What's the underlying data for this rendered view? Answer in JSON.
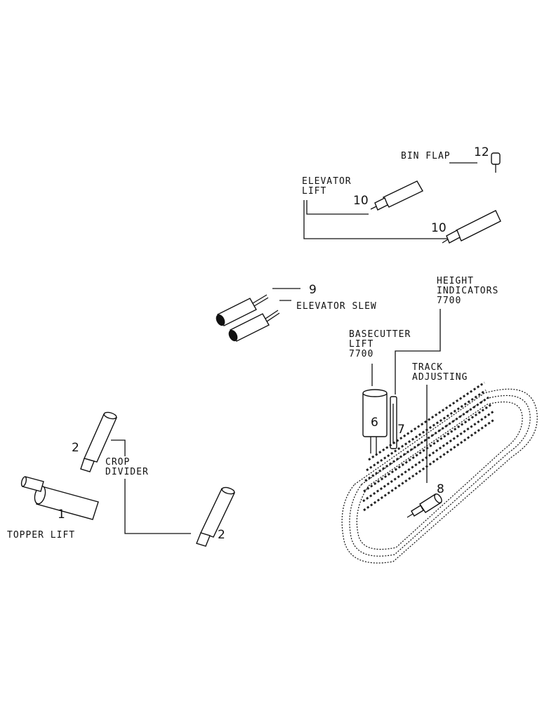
{
  "labels": {
    "bin_flap": "BIN FLAP",
    "elevator_lift_l1": "ELEVATOR",
    "elevator_lift_l2": "LIFT",
    "elevator_slew": "ELEVATOR SLEW",
    "height_l1": "HEIGHT",
    "height_l2": "INDICATORS",
    "height_l3": "7700",
    "basecutter_l1": "BASECUTTER",
    "basecutter_l2": "LIFT",
    "basecutter_l3": "7700",
    "track_l1": "TRACK",
    "track_l2": "ADJUSTING",
    "crop_l1": "CROP",
    "crop_l2": "DIVIDER",
    "topper_lift": "TOPPER LIFT"
  },
  "callouts": {
    "n12": "12",
    "n10a": "10",
    "n10b": "10",
    "n9": "9",
    "n6": "6",
    "n7": "7",
    "n8": "8",
    "n2a": "2",
    "n2b": "2",
    "n1": "1"
  }
}
